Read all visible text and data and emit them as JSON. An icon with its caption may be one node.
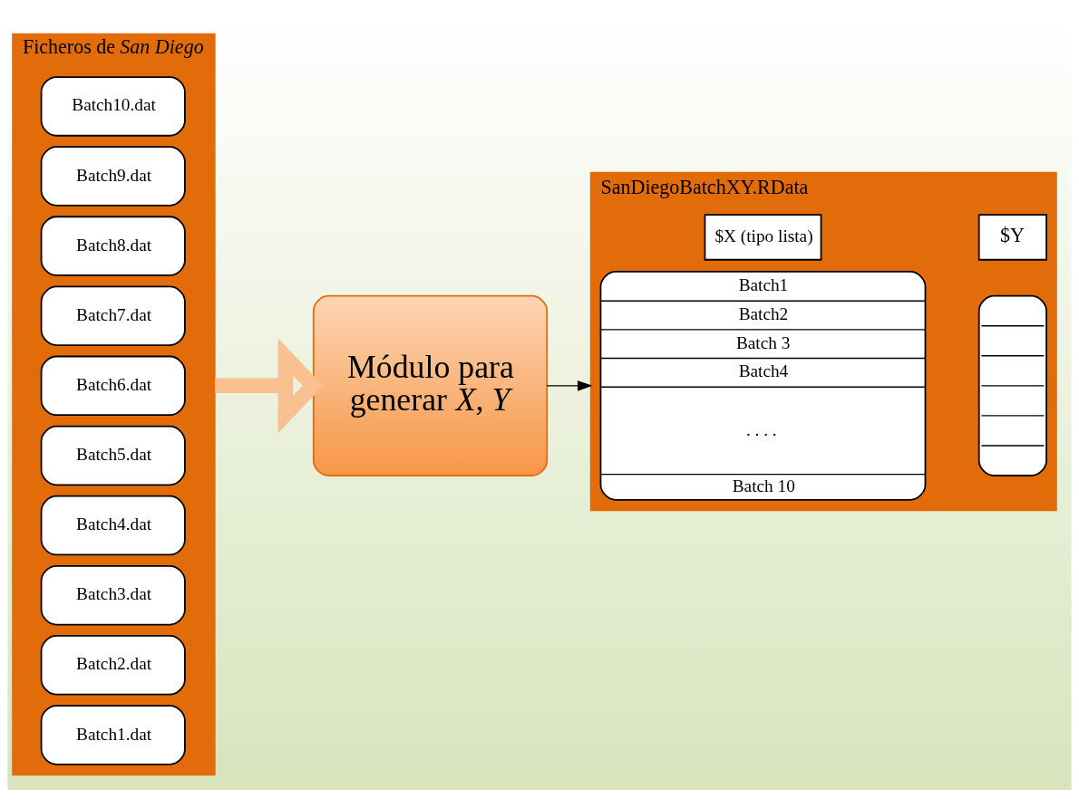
{
  "diagram": {
    "nodes": [
      {
        "text": [
          "Ficheros de *San Diego*"
        ]
      },
      {
        "text": [
          "Batch1.dat"
        ],
        "in": 0
      },
      {
        "text": [
          "Batch2.dat"
        ],
        "in": 0
      },
      {
        "text": [
          "Batch3.dat"
        ],
        "in": 0
      },
      {
        "text": [
          "Batch4.dat"
        ],
        "in": 0
      },
      {
        "text": [
          "Batch5.dat"
        ],
        "in": 0
      },
      {
        "text": [
          "Batch6.dat"
        ],
        "in": 0
      },
      {
        "text": [
          "Batch7.dat"
        ],
        "in": 0
      },
      {
        "text": [
          "Batch8.dat"
        ],
        "in": 0
      },
      {
        "text": [
          "Batch9.dat"
        ],
        "in": 0
      },
      {
        "text": [
          "Batch10.dat"
        ],
        "in": 0
      },
      {
        "text": [
          "Módulo para generar *X, Y*"
        ]
      },
      {
        "text": [
          "SanDiegoBatchXY.RData"
        ]
      },
      {
        "text": [
          "$X (tipo lista)"
        ],
        "in": 12
      },
      {
        "text": [
          "Batch1",
          "Batch2",
          "Batch 3",
          "Batch4",
          ". . . .",
          "Batch 10"
        ],
        "in": 12
      },
      {
        "text": [
          "$Y"
        ],
        "in": 12
      },
      {
        "text": [],
        "shape": "box",
        "in": 12
      }
    ],
    "edges": [
      {
        "from": 0,
        "to": 11,
        "arrow": "to",
        "style": "thick",
        "color": "#fac090"
      },
      {
        "from": 11,
        "to": 12,
        "arrow": "to",
        "color": "#000000"
      }
    ]
  }
}
